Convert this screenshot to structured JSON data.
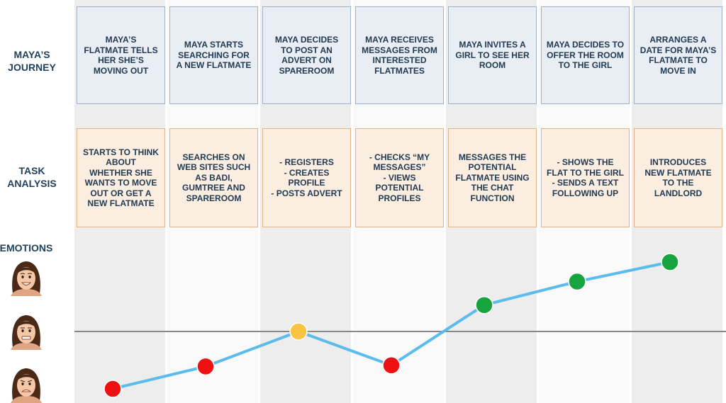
{
  "labels": {
    "journey": "MAYA’S\nJOURNEY",
    "task": "TASK\nANALYSIS",
    "emotions": "EMOTIONS"
  },
  "stages": [
    {
      "journey": "MAYA’S\nFLATMATE TELLS\nHER SHE’S\nMOVING OUT",
      "task": "STARTS TO THINK\nABOUT\nWHETHER SHE\nWANTS TO MOVE\nOUT OR GET A\nNEW FLATMATE"
    },
    {
      "journey": "MAYA STARTS\nSEARCHING FOR\nA NEW FLATMATE",
      "task": "SEARCHES ON\nWEB SITES SUCH\nAS BADI,\nGUMTREE AND\nSPAREROOM"
    },
    {
      "journey": "MAYA DECIDES\nTO POST AN\nADVERT ON\nSPAREROOM",
      "task": "- REGISTERS\n- CREATES\nPROFILE\n- POSTS ADVERT"
    },
    {
      "journey": "MAYA RECEIVES\nMESSAGES FROM\nINTERESTED\nFLATMATES",
      "task": "- CHECKS “MY\nMESSAGES”\n- VIEWS\nPOTENTIAL\nPROFILES"
    },
    {
      "journey": "MAYA INVITES A\nGIRL  TO SEE HER\nROOM",
      "task": "MESSAGES THE\nPOTENTIAL\nFLATMATE USING\nTHE CHAT\nFUNCTION"
    },
    {
      "journey": "MAYA DECIDES TO\nOFFER THE ROOM\nTO THE GIRL",
      "task": "- SHOWS THE\nFLAT TO THE GIRL\n- SENDS A TEXT\nFOLLOWING UP"
    },
    {
      "journey": "ARRANGES A\nDATE FOR MAYA’S\nFLATMATE TO\nMOVE IN",
      "task": "INTRODUCES\nNEW FLATMATE\nTO THE\nLANDLORD"
    }
  ],
  "faces": [
    {
      "name": "happy-face-icon",
      "mood": "happy"
    },
    {
      "name": "neutral-face-icon",
      "mood": "neutral"
    },
    {
      "name": "sad-face-icon",
      "mood": "sad"
    }
  ],
  "chart_data": {
    "type": "line",
    "x": [
      1,
      2,
      3,
      4,
      5,
      6,
      7
    ],
    "values": [
      -1.0,
      -0.61,
      0.0,
      -0.59,
      0.46,
      0.87,
      1.21
    ],
    "ylim": [
      -1.3,
      1.3
    ],
    "baseline": 0,
    "line_color": "#5bbcec",
    "baseline_color": "#888888",
    "point_colors": [
      "#ee1111",
      "#ee1111",
      "#fac442",
      "#ee1111",
      "#17a33e",
      "#17a33e",
      "#17a33e"
    ]
  }
}
